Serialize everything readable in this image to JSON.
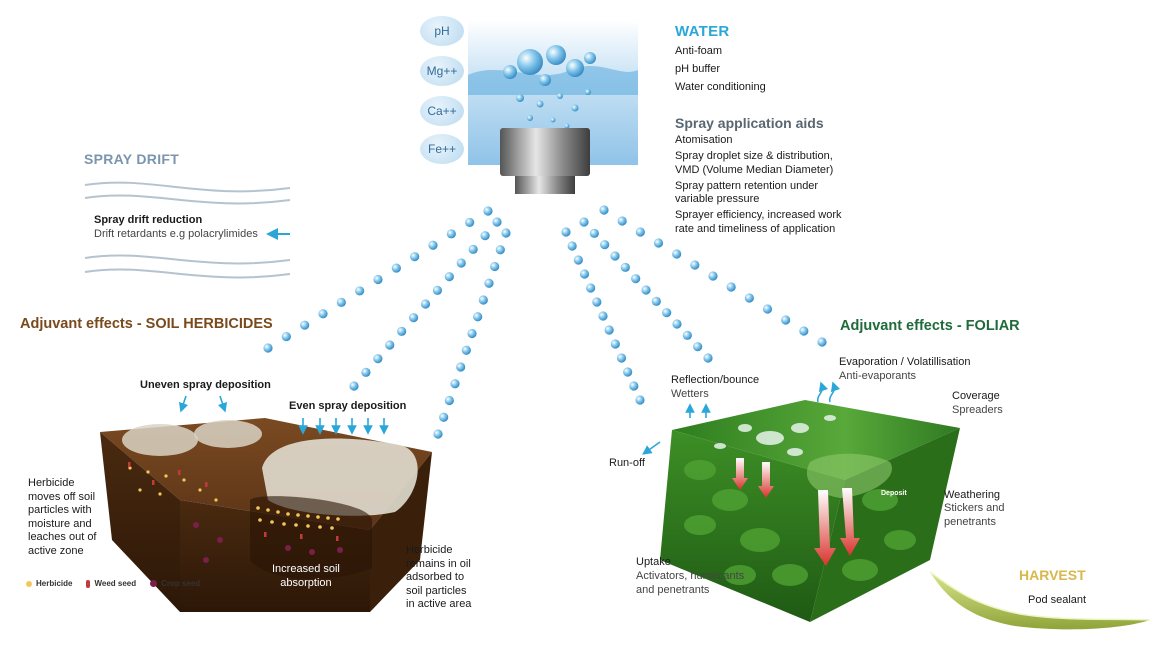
{
  "water": {
    "title": "WATER",
    "items": [
      "Anti-foam",
      "pH buffer",
      "Water conditioning"
    ],
    "ions": [
      "pH",
      "Mg++",
      "Ca++",
      "Fe++"
    ]
  },
  "spray_aids": {
    "title": "Spray application aids",
    "items": [
      "Atomisation",
      "Spray droplet size & distribution,",
      "VMD (Volume Median Diameter)",
      "Spray pattern retention under",
      "variable pressure",
      "Sprayer efficiency, increased work",
      "rate and timeliness of application"
    ]
  },
  "spray_drift": {
    "title": "SPRAY DRIFT",
    "reduction": "Spray drift reduction",
    "retardants": "Drift retardants  e.g polacrylimides"
  },
  "soil": {
    "title": "Adjuvant effects - SOIL HERBICIDES",
    "uneven": "Uneven spray deposition",
    "even": "Even spray deposition",
    "moves_off": [
      "Herbicide",
      "moves off soil",
      "particles with",
      "moisture and",
      "leaches out of",
      "active zone"
    ],
    "increased": [
      "Increased soil",
      "absorption"
    ],
    "remains": [
      "Herbicide",
      "remains in oil",
      "adsorbed to",
      "soil particles",
      "in active area"
    ],
    "legend": [
      "Herbicide",
      "Weed seed",
      "Crop seed"
    ]
  },
  "foliar": {
    "title": "Adjuvant effects - FOLIAR",
    "evaporation": "Evaporation / Volatillisation",
    "anti_evap": "Anti-evaporants",
    "reflection": "Reflection/bounce",
    "wetters": "Wetters",
    "coverage": "Coverage",
    "spreaders": "Spreaders",
    "runoff": "Run-off",
    "deposit": "Deposit",
    "weathering": "Weathering",
    "stickers": [
      "Stickers and",
      "penetrants"
    ],
    "uptake": "Uptake",
    "activators": [
      "Activators, humecants",
      "and penetrants"
    ]
  },
  "harvest": {
    "title": "HARVEST",
    "pod": "Pod sealant"
  },
  "colors": {
    "water_blue": "#2aa7d8",
    "soil_brown": "#7a4a1c",
    "foliar_green": "#1f6b3a",
    "harvest_gold": "#d9b74a",
    "drift_grey_blue": "#7a95ad"
  }
}
